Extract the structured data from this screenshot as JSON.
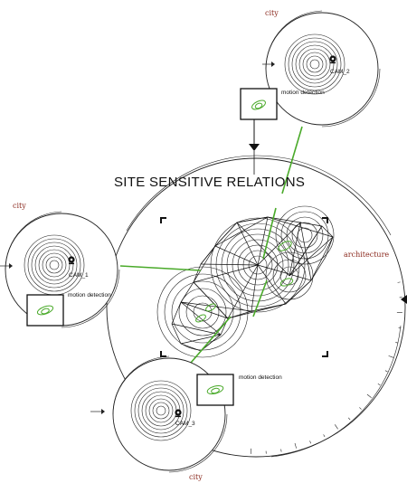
{
  "title": "SITE SENSITIVE RELATIONS",
  "labels": {
    "city_top": "city",
    "city_left": "city",
    "city_bottom": "city",
    "architecture": "architecture",
    "cam_1": "CAM_1",
    "cam_2": "CAM_2",
    "cam_3": "CAM_3",
    "motion_1": "motion detection",
    "motion_2": "motion detection",
    "motion_3": "motion detection"
  },
  "colors": {
    "link": "#4aaa2a",
    "label_red": "#8b2a1f",
    "stroke": "#222222"
  },
  "icons": [
    "camera-icon",
    "motion-blob-icon",
    "arrow-down-icon",
    "corner-bracket-icon",
    "triangle-marker-icon"
  ]
}
